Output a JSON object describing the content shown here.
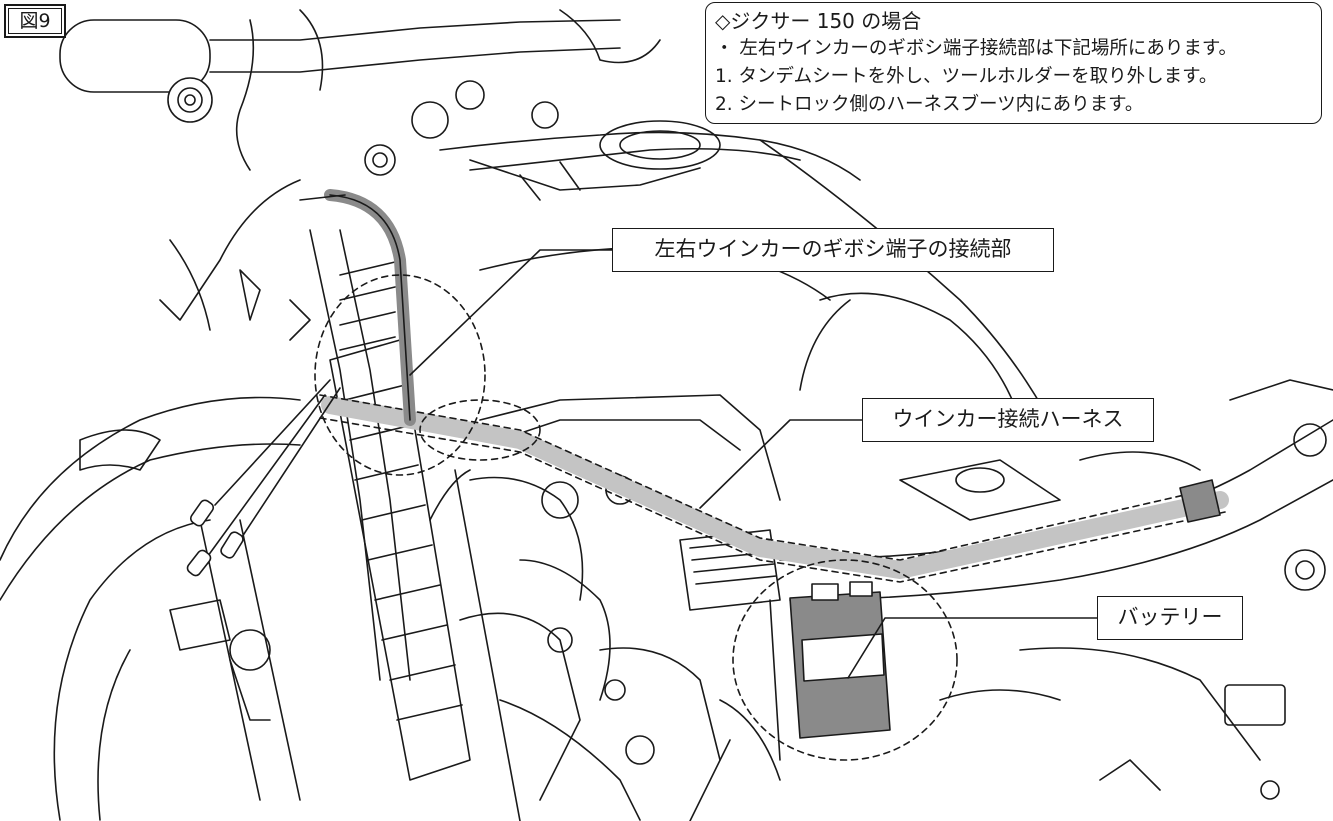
{
  "figure_label": "図9",
  "note": {
    "heading": "◇ジクサー 150 の場合",
    "lines": [
      "・ 左右ウインカーのギボシ端子接続部は下記場所にあります。",
      "1. タンデムシートを外し、ツールホルダーを取り外します。",
      "2. シートロック側のハーネスブーツ内にあります。"
    ]
  },
  "callouts": {
    "connector": "左右ウインカーのギボシ端子の接続部",
    "harness": "ウインカー接続ハーネス",
    "battery": "バッテリー"
  },
  "colors": {
    "line": "#1a1a1a",
    "harness_fill": "#c4c4c4",
    "battery_fill": "#8a8a8a",
    "background": "#ffffff"
  }
}
